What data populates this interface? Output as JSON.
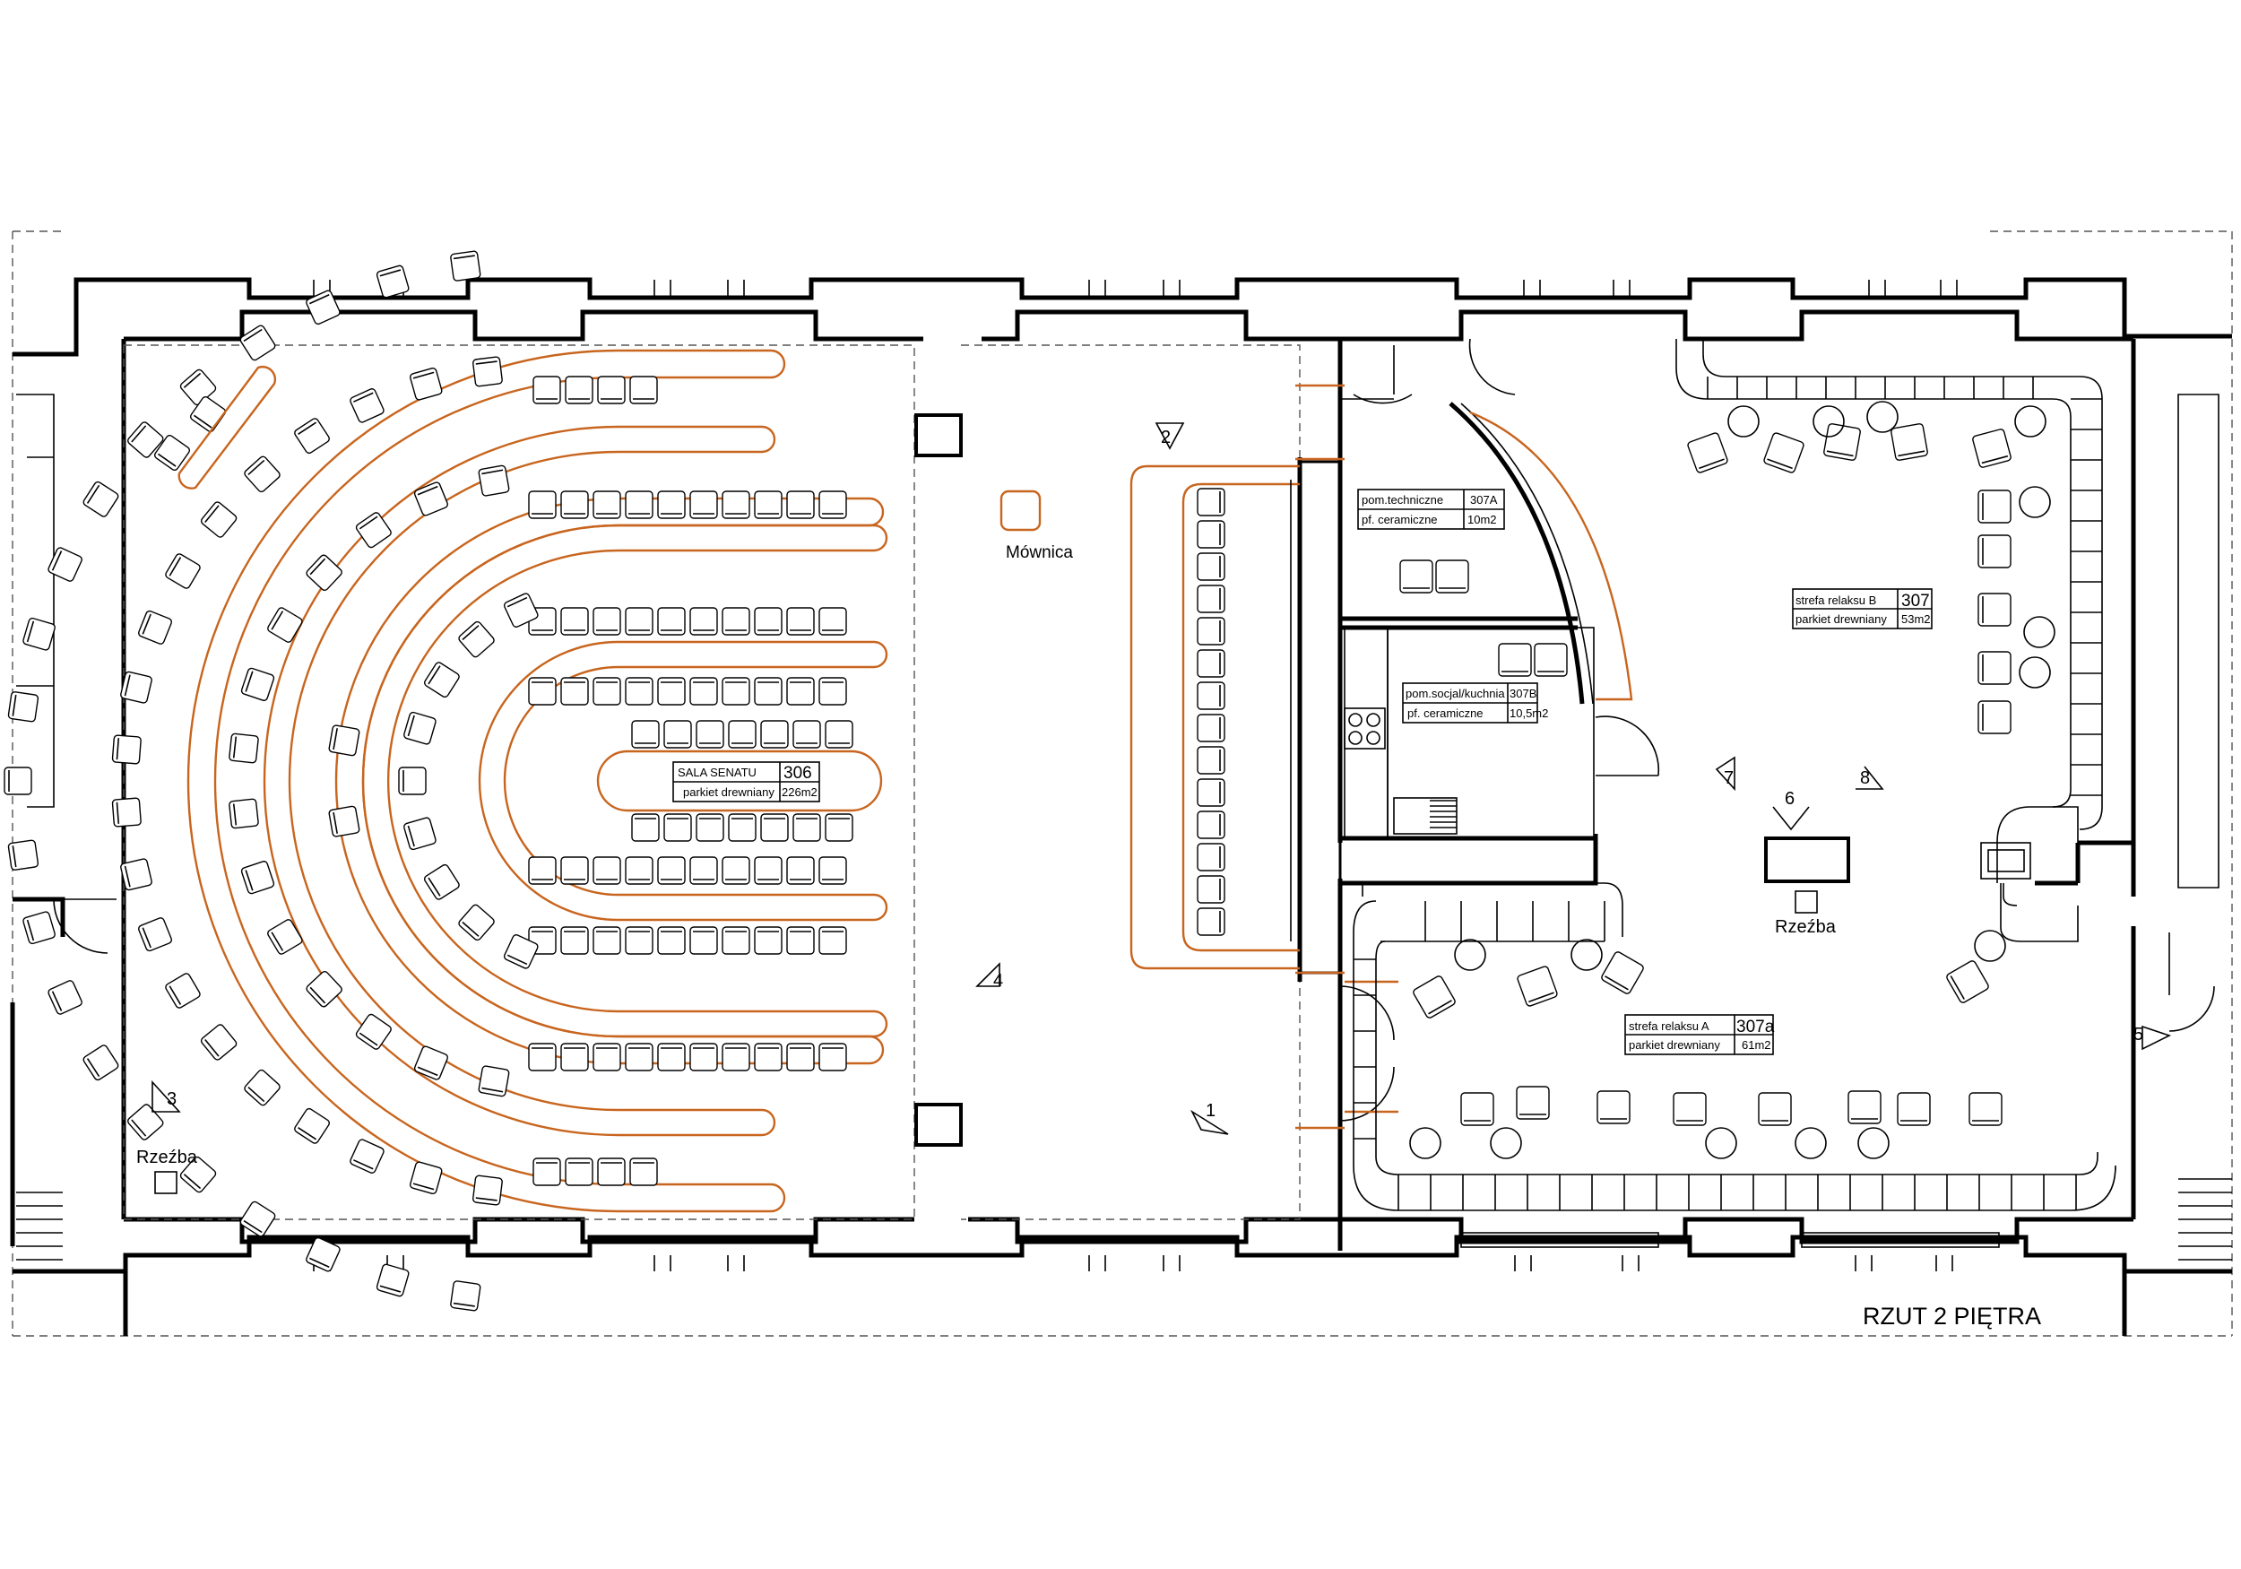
{
  "title": "RZUT 2 PIĘTRA",
  "lectern_label": "Mównica",
  "sculpture_labels": [
    "Rzeźba",
    "Rzeźba"
  ],
  "view_markers": [
    "1",
    "2",
    "3",
    "4",
    "5",
    "6",
    "7",
    "8"
  ],
  "rooms": [
    {
      "name": "SALA  SENATU",
      "number": "306",
      "finish": "parkiet drewniany",
      "area": "226m2"
    },
    {
      "name": "pom.techniczne",
      "number": "307A",
      "finish": "pf. ceramiczne",
      "area": "10m2"
    },
    {
      "name": "pom.socjal/kuchnia",
      "number": "307B",
      "finish": "pf. ceramiczne",
      "area": "10,5m2"
    },
    {
      "name": "strefa relaksu B",
      "number": "307",
      "finish": "parkiet drewniany",
      "area": "53m2"
    },
    {
      "name": "strefa relaksu A",
      "number": "307a",
      "finish": "parkiet drewniany",
      "area": "61m2"
    }
  ],
  "colors": {
    "wall": "#000000",
    "furniture_accent": "#c8651e",
    "background": "#ffffff"
  }
}
